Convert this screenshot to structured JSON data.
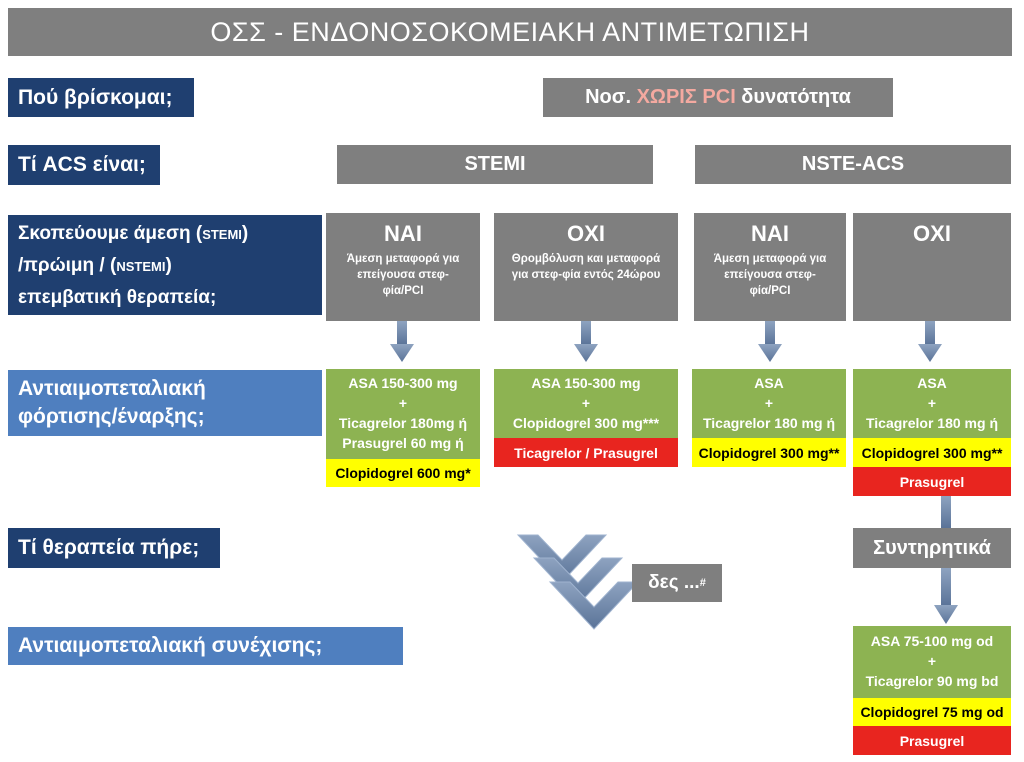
{
  "title": "ΟΣΣ - ΕΝΔΟΝΟΣΟΚΟΜΕΙΑΚΗ ΑΝΤΙΜΕΤΩΠΙΣΗ",
  "rows": {
    "where": "Πού βρίσκομαι;",
    "acs_type": "Τί ACS είναι;",
    "strategy": [
      "Σκοπεύουμε άμεση (",
      "STEMI",
      ")",
      "/πρώιμη / (",
      "NSTEMI",
      ")",
      "επεμβατική θεραπεία;"
    ],
    "loading": [
      "Αντιαιμοπεταλιακή",
      "φόρτισης/έναρξης;"
    ],
    "therapy": "Τί θεραπεία πήρε;",
    "maintenance": "Αντιαιμοπεταλιακή συνέχισης;"
  },
  "location": {
    "prefix": "Νοσ. ",
    "highlight": "ΧΩΡΙΣ PCI",
    "suffix": " δυνατότητα"
  },
  "acs": {
    "stemi": "STEMI",
    "nste": "NSTE-ACS"
  },
  "decisions": {
    "d1": {
      "answer": "ΝΑΙ",
      "desc": [
        "Άμεση μεταφορά για",
        "επείγουσα στεφ-",
        "φία/PCI"
      ]
    },
    "d2": {
      "answer": "ΟΧΙ",
      "desc": [
        "Θρομβόλυση και μεταφορά",
        "για στεφ-φία εντός 24ώρου"
      ]
    },
    "d3": {
      "answer": "ΝΑΙ",
      "desc": [
        "Άμεση μεταφορά για",
        "επείγουσα στεφ-",
        "φία/PCI"
      ]
    },
    "d4": {
      "answer": "ΟΧΙ"
    }
  },
  "loading_boxes": {
    "l1": {
      "lines": [
        "ASA 150-300 mg",
        "+",
        "Ticagrelor 180mg ή",
        "Prasugrel 60 mg ή"
      ],
      "yellow": "Clopidogrel 600 mg*"
    },
    "l2": {
      "lines": [
        "ASA 150-300 mg",
        "+",
        "Clopidogrel 300 mg***"
      ],
      "red": "Ticagrelor / Prasugrel"
    },
    "l3": {
      "lines": [
        "ASA",
        "+",
        "Ticagrelor 180 mg ή"
      ],
      "yellow": "Clopidogrel 300 mg**"
    },
    "l4": {
      "lines": [
        "ASA",
        "+",
        "Ticagrelor 180 mg ή"
      ],
      "yellow": "Clopidogrel 300 mg**",
      "red": "Prasugrel"
    }
  },
  "see_more": "δες ...",
  "see_more_sup": "#",
  "conservative": "Συντηρητικά",
  "maint_box": {
    "lines": [
      "ASA 75-100 mg od",
      "+",
      "Ticagrelor 90 mg bd"
    ],
    "yellow": "Clopidogrel 75 mg od",
    "red": "Prasugrel"
  },
  "colors": {
    "gray": "#7f7f7f",
    "navy": "#1f3f70",
    "light_blue": "#4f7fbf",
    "green": "#8db352",
    "yellow": "#ffff00",
    "red": "#e8251f",
    "arrow": "#6d86a8"
  }
}
